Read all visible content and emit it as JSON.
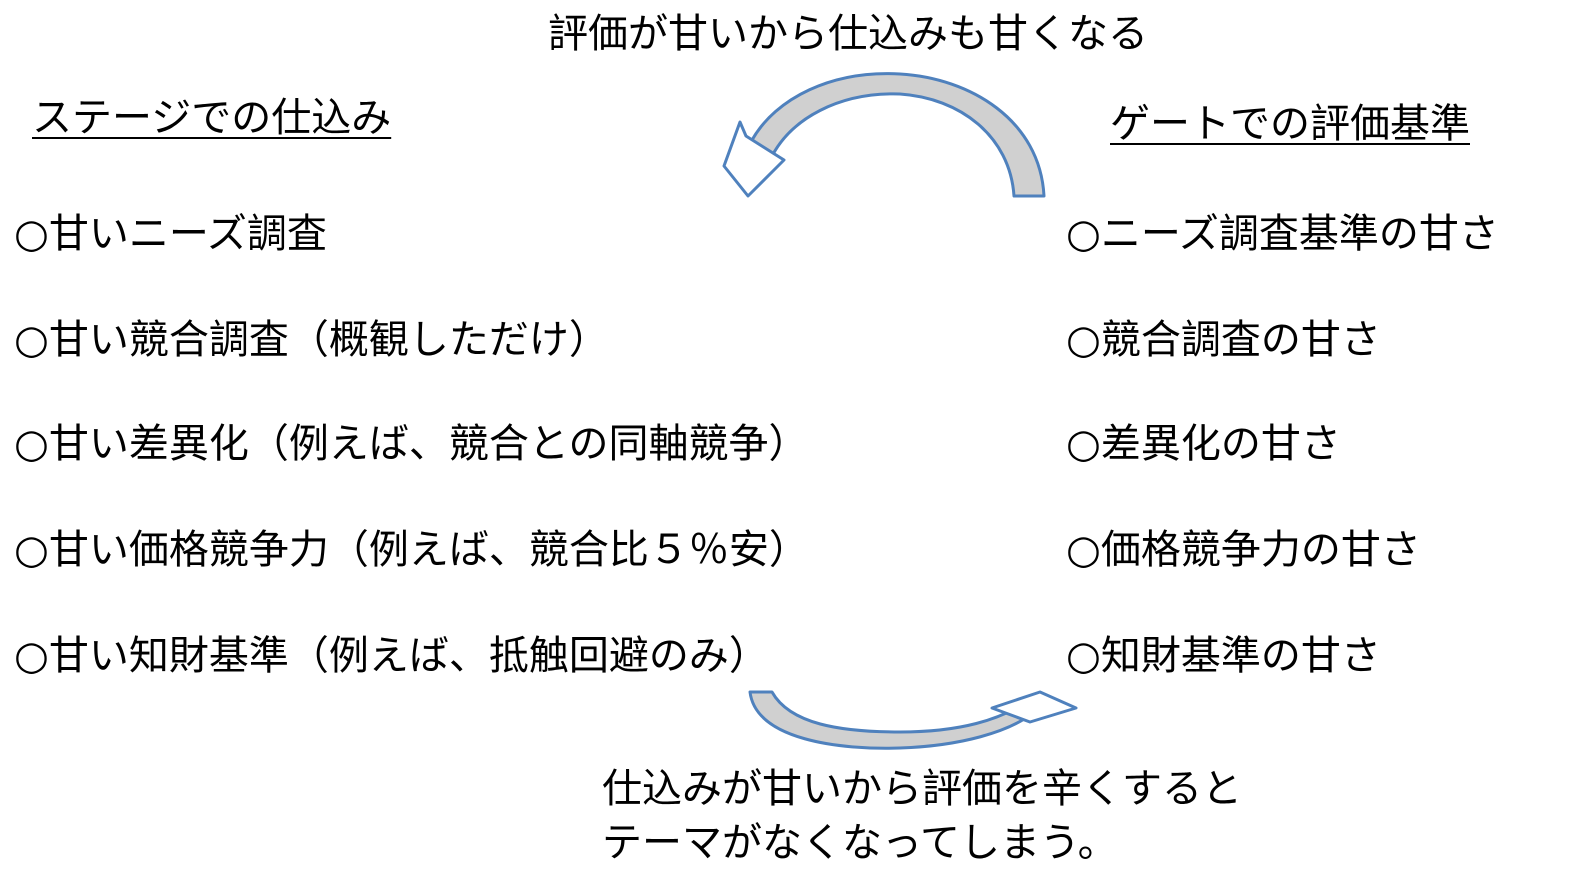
{
  "top_caption": "評価が甘いから仕込みも甘くなる",
  "left_heading": "ステージでの仕込み",
  "right_heading": "ゲートでの評価基準",
  "left_items": [
    "○甘いニーズ調査",
    "○甘い競合調査（概観しただけ）",
    "○甘い差異化（例えば、競合との同軸競争）",
    "○甘い価格競争力（例えば、競合比５％安）",
    "○甘い知財基準（例えば、抵触回避のみ）"
  ],
  "right_items": [
    "○ニーズ調査基準の甘さ",
    "○競合調査の甘さ",
    "○差異化の甘さ",
    "○価格競争力の甘さ",
    "○知財基準の甘さ"
  ],
  "bottom_caption": {
    "line1": "仕込みが甘いから評価を辛くすると",
    "line2": "テーマがなくなってしまう。"
  },
  "colors": {
    "arrow_stroke": "#4f81bd",
    "arrow_fill": "#d0d0d0",
    "text": "#000000"
  }
}
